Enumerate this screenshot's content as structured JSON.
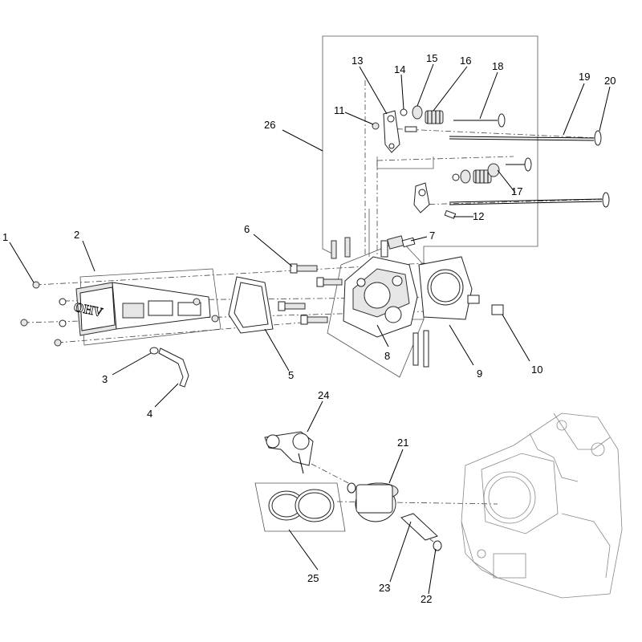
{
  "callouts": {
    "c1": "1",
    "c2": "2",
    "c3": "3",
    "c4": "4",
    "c5": "5",
    "c6": "6",
    "c7": "7",
    "c8": "8",
    "c9": "9",
    "c10": "10",
    "c11": "11",
    "c12": "12",
    "c13": "13",
    "c14": "14",
    "c15": "15",
    "c16": "16",
    "c17": "17",
    "c18": "18",
    "c19": "19",
    "c20": "20",
    "c21": "21",
    "c22": "22",
    "c23": "23",
    "c24": "24",
    "c25": "25",
    "c26": "26"
  },
  "cover_lettering": "OHV"
}
